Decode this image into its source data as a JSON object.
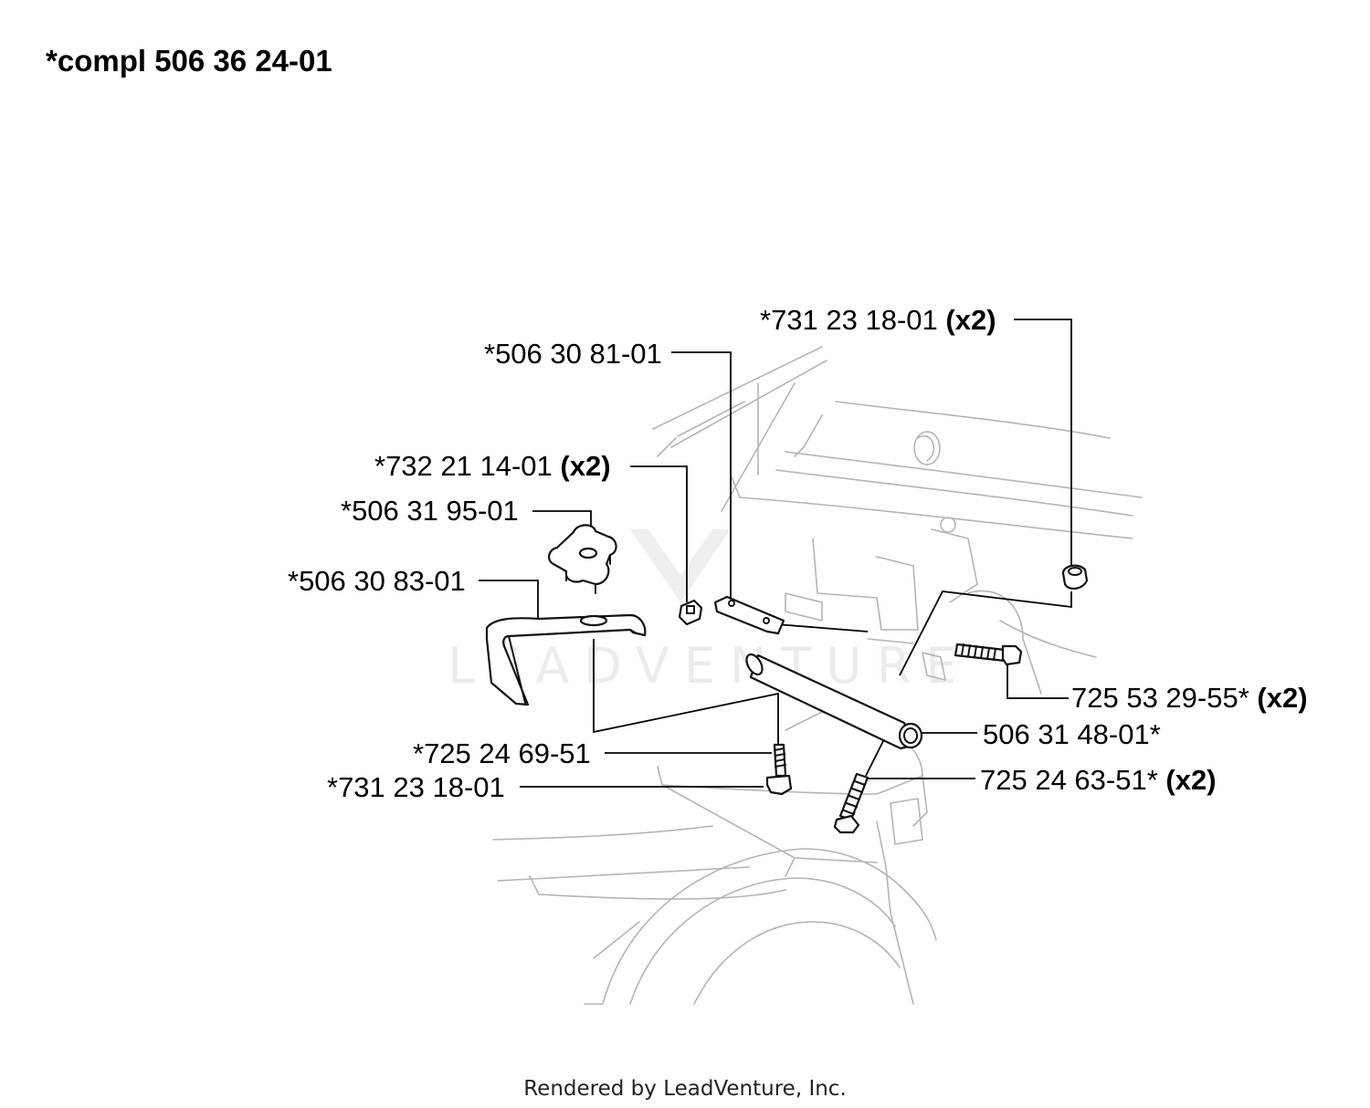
{
  "header": {
    "title": "*compl 506 36 24-01"
  },
  "watermark": {
    "text": "LEADVENTURE"
  },
  "callouts": [
    {
      "id": "c1",
      "part": "*731 23 18-01",
      "qty": "(x2)"
    },
    {
      "id": "c2",
      "part": "*506 30 81-01",
      "qty": ""
    },
    {
      "id": "c3",
      "part": "*732 21 14-01",
      "qty": "(x2)"
    },
    {
      "id": "c4",
      "part": "*506 31 95-01",
      "qty": ""
    },
    {
      "id": "c5",
      "part": "*506 30 83-01",
      "qty": ""
    },
    {
      "id": "c6",
      "part": "725 53 29-55*",
      "qty": "(x2)"
    },
    {
      "id": "c7",
      "part": "506 31 48-01*",
      "qty": ""
    },
    {
      "id": "c8",
      "part": "*725 24 69-51",
      "qty": ""
    },
    {
      "id": "c9",
      "part": "725 24 63-51*",
      "qty": "(x2)"
    },
    {
      "id": "c10",
      "part": "*731 23 18-01",
      "qty": ""
    }
  ],
  "footer": {
    "text": "Rendered by LeadVenture, Inc."
  }
}
